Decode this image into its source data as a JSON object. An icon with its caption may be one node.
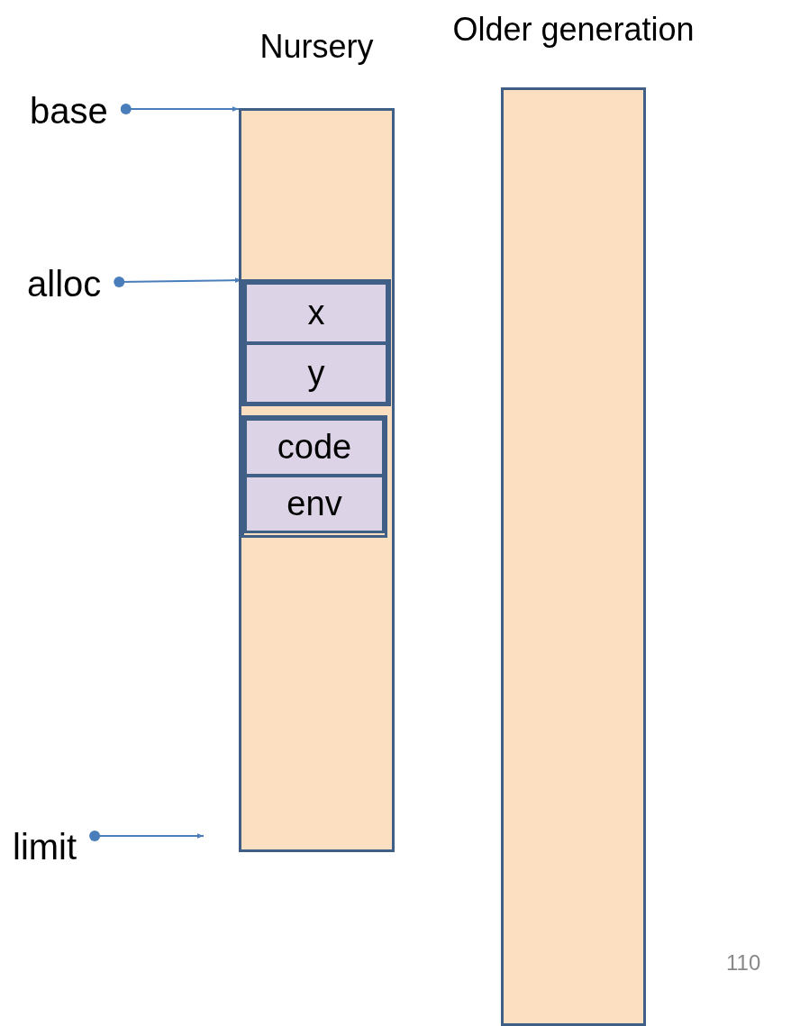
{
  "diagram": {
    "nodes": [
      {
        "text": [
          "Nursery"
        ]
      },
      {
        "text": [
          "Older generation"
        ]
      },
      {
        "text": [],
        "shape": "box",
        "in": 0
      },
      {
        "text": [
          "x"
        ],
        "in": 2
      },
      {
        "text": [
          "y"
        ],
        "in": 2
      },
      {
        "text": [],
        "shape": "box",
        "in": 0
      },
      {
        "text": [
          "code"
        ],
        "in": 5
      },
      {
        "text": [
          "env"
        ],
        "in": 5
      },
      {
        "text": [
          "base"
        ]
      },
      {
        "text": [
          "alloc"
        ]
      },
      {
        "text": [
          "limit"
        ]
      }
    ],
    "edges": [
      {
        "from": 8,
        "to": 0,
        "arrow": "to"
      },
      {
        "from": 9,
        "to": 2,
        "arrow": "to"
      },
      {
        "from": 10,
        "to": null,
        "arrow": "to"
      }
    ],
    "labels": [
      "110"
    ]
  }
}
